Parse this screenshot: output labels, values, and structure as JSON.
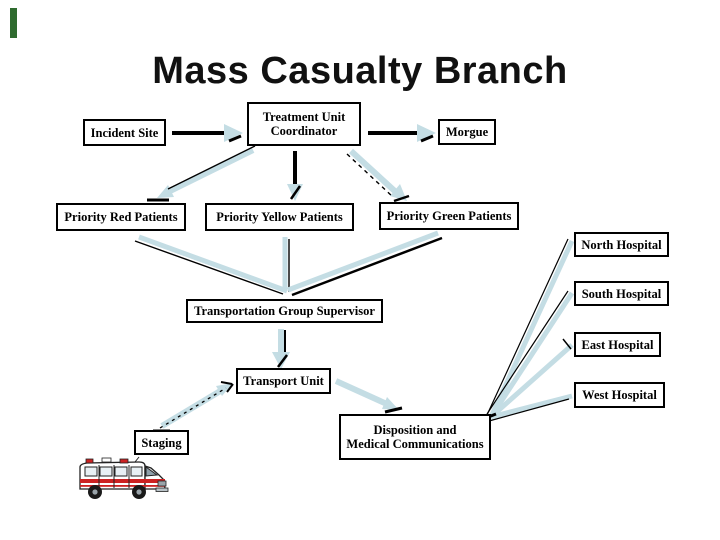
{
  "slide": {
    "title": "Mass Casualty Branch"
  },
  "nodes": {
    "incident_site": {
      "label": "Incident Site"
    },
    "treatment_unit_coordinator": {
      "line1": "Treatment Unit",
      "line2": "Coordinator"
    },
    "morgue": {
      "label": "Morgue"
    },
    "priority_red": {
      "label": "Priority Red Patients"
    },
    "priority_yellow": {
      "label": "Priority Yellow Patients"
    },
    "priority_green": {
      "label": "Priority Green Patients"
    },
    "north_hospital": {
      "label": "North Hospital"
    },
    "south_hospital": {
      "label": "South Hospital"
    },
    "east_hospital": {
      "label": "East Hospital"
    },
    "west_hospital": {
      "label": "West Hospital"
    },
    "transportation_group_supervisor": {
      "label": "Transportation Group Supervisor"
    },
    "transport_unit": {
      "label": "Transport Unit"
    },
    "staging": {
      "label": "Staging"
    },
    "disposition": {
      "line1": "Disposition and",
      "line2": "Medical Communications"
    }
  },
  "connections": [
    {
      "from": "Incident Site",
      "to": "Treatment Unit Coordinator",
      "type": "arrow"
    },
    {
      "from": "Treatment Unit Coordinator",
      "to": "Morgue",
      "type": "arrow"
    },
    {
      "from": "Treatment Unit Coordinator",
      "to": "Priority Red Patients",
      "type": "arrow"
    },
    {
      "from": "Treatment Unit Coordinator",
      "to": "Priority Yellow Patients",
      "type": "arrow"
    },
    {
      "from": "Treatment Unit Coordinator",
      "to": "Priority Green Patients",
      "type": "arrow"
    },
    {
      "from": "Priority Red Patients",
      "to": "Transportation Group Supervisor",
      "type": "line"
    },
    {
      "from": "Priority Yellow Patients",
      "to": "Transportation Group Supervisor",
      "type": "line"
    },
    {
      "from": "Priority Green Patients",
      "to": "Transportation Group Supervisor",
      "type": "line"
    },
    {
      "from": "Transportation Group Supervisor",
      "to": "Transport Unit",
      "type": "arrow"
    },
    {
      "from": "Staging",
      "to": "Transport Unit",
      "type": "arrow"
    },
    {
      "from": "Transport Unit",
      "to": "Disposition and Medical Communications",
      "type": "arrow"
    },
    {
      "from": "Disposition and Medical Communications",
      "to": "North Hospital",
      "type": "line"
    },
    {
      "from": "Disposition and Medical Communications",
      "to": "South Hospital",
      "type": "line"
    },
    {
      "from": "Disposition and Medical Communications",
      "to": "East Hospital",
      "type": "line"
    },
    {
      "from": "Disposition and Medical Communications",
      "to": "West Hospital",
      "type": "line"
    }
  ],
  "icons": {
    "ambulance": "ambulance-icon"
  },
  "colors": {
    "arrow_blue": "#c4dde4",
    "line_black": "#000000",
    "box_border": "#000000",
    "background": "#ffffff",
    "accent_bar_green": "#2f6b2f",
    "ambulance_stripe_red": "#cc2222"
  }
}
